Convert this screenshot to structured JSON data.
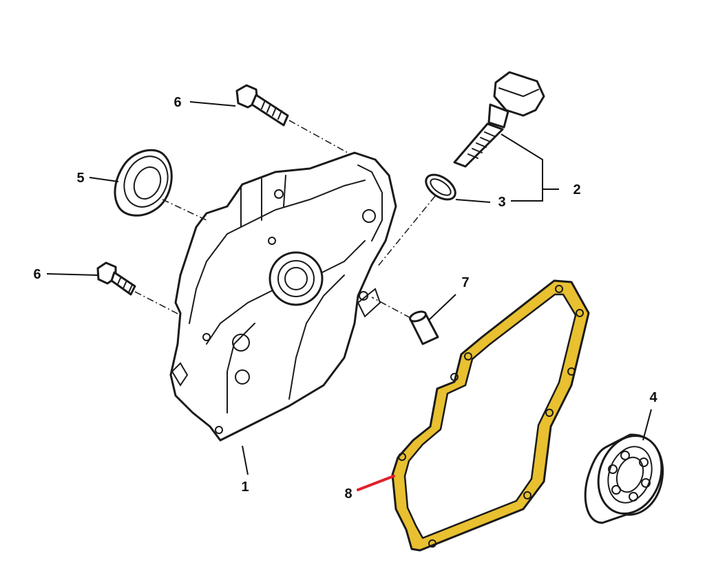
{
  "colors": {
    "ink": "#1a1a1a",
    "gasket_fill": "#e8c030",
    "highlight_leader": "#e0202a",
    "background": "#ffffff"
  },
  "callouts": {
    "cover": "1",
    "dipstick": "2",
    "o_ring": "3",
    "bearing": "4",
    "oil_seal": "5",
    "bolt_top": "6",
    "bolt_left": "6",
    "dowel_pin": "7",
    "gasket": "8"
  }
}
